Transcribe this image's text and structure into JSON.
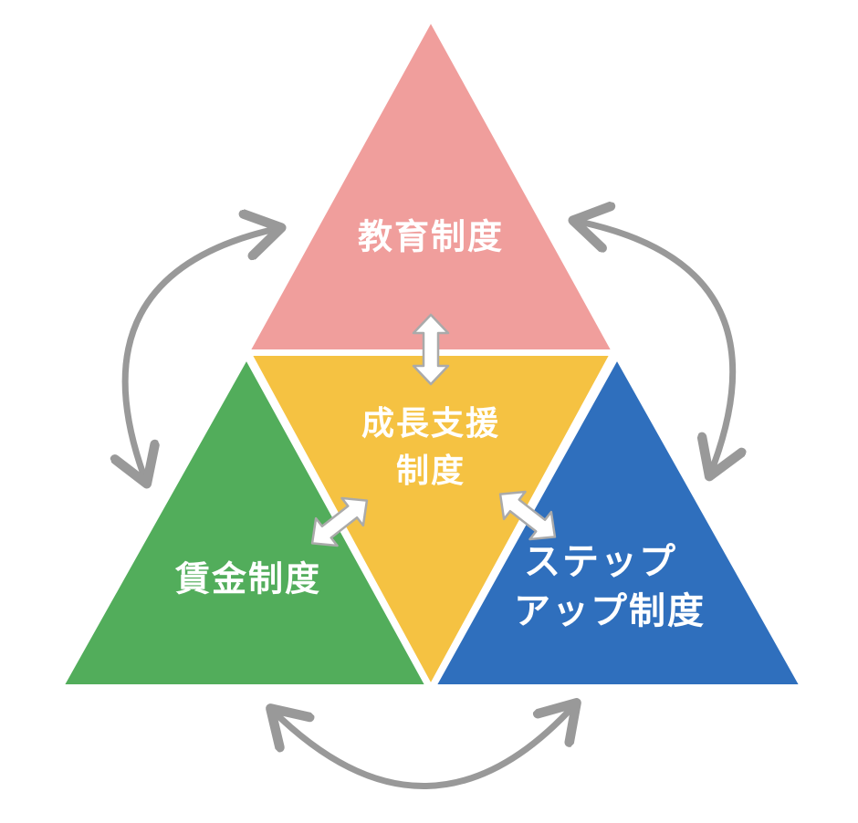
{
  "segments": {
    "top": {
      "label": "教育制度",
      "color": "#f09e9c"
    },
    "center": {
      "label_line1": "成長支援",
      "label_line2": "制度",
      "color": "#f5c242"
    },
    "left": {
      "label": "賃金制度",
      "color": "#52ad5b"
    },
    "right": {
      "label_line1": "ステップ",
      "label_line2": "アップ制度",
      "color": "#2f6fbd"
    }
  },
  "colors": {
    "cycle_arrow": "#999999",
    "inner_arrow_fill": "#ffffff",
    "inner_arrow_stroke": "#aaaaaa",
    "background": "#ffffff"
  },
  "icons": {
    "cycle": "curved-double-arrow",
    "inner": "straight-double-arrow"
  }
}
